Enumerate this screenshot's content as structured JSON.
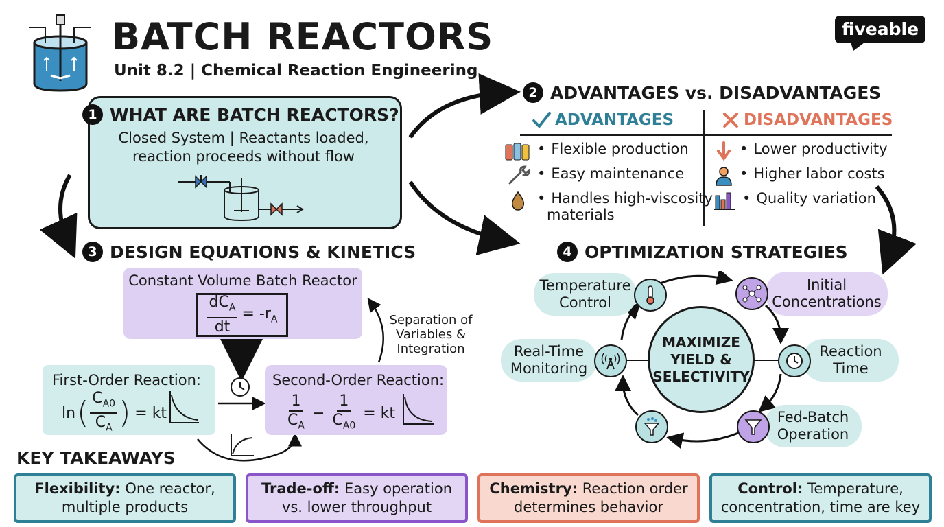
{
  "header": {
    "title": "BATCH REACTORS",
    "subtitle": "Unit 8.2 | Chemical Reaction Engineering",
    "brand": "fiveable"
  },
  "section1": {
    "number": "1",
    "heading": "WHAT ARE BATCH REACTORS?",
    "line1": "Closed System | Reactants loaded,",
    "line2": "reaction proceeds without flow"
  },
  "section2": {
    "number": "2",
    "heading": "ADVANTAGES vs. DISADVANTAGES",
    "advantages_label": "ADVANTAGES",
    "disadvantages_label": "DISADVANTAGES",
    "advantages": [
      "Flexible production",
      "Easy maintenance",
      "Handles high-viscosity",
      "materials"
    ],
    "disadvantages": [
      "Lower productivity",
      "Higher labor costs",
      "Quality variation"
    ],
    "bullet": "•"
  },
  "section3": {
    "number": "3",
    "heading": "DESIGN EQUATIONS & KINETICS",
    "cv_title": "Constant Volume Batch Reactor",
    "cv_num": "dC",
    "cv_num_sub": "A",
    "cv_den": "dt",
    "cv_rhs": "= -r",
    "cv_rhs_sub": "A",
    "first_title": "First-Order Reaction:",
    "first_ln": "ln",
    "first_num": "C",
    "first_num_sub": "A0",
    "first_den": "C",
    "first_den_sub": "A",
    "first_rhs": "= kt",
    "second_title": "Second-Order Reaction:",
    "second_one": "1",
    "second_c": "C",
    "second_sub_a": "A",
    "second_sub_a0": "A0",
    "second_minus": "−",
    "second_rhs": "= kt",
    "separation_line1": "Separation of",
    "separation_line2": "Variables &",
    "separation_line3": "Integration"
  },
  "section4": {
    "number": "4",
    "heading": "OPTIMIZATION STRATEGIES",
    "center_line1": "MAXIMIZE",
    "center_line2": "YIELD &",
    "center_line3": "SELECTIVITY",
    "temperature_line1": "Temperature",
    "temperature_line2": "Control",
    "initial_line1": "Initial",
    "initial_line2": "Concentrations",
    "reaction_line1": "Reaction",
    "reaction_line2": "Time",
    "fedbatch_line1": "Fed-Batch",
    "fedbatch_line2": "Operation",
    "monitoring_line1": "Real-Time",
    "monitoring_line2": "Monitoring"
  },
  "takeaways": {
    "heading": "KEY TAKEAWAYS",
    "items": [
      {
        "bold": "Flexibility:",
        "rest": "One reactor,",
        "line2": "multiple products",
        "color": "#2f7f96",
        "bg": "#d3ecec"
      },
      {
        "bold": "Trade-off:",
        "rest": "Easy operation",
        "line2": "vs. lower throughput",
        "color": "#8a55c8",
        "bg": "#e3d6f5"
      },
      {
        "bold": "Chemistry:",
        "rest": "Reaction order",
        "line2": "determines behavior",
        "color": "#e0745a",
        "bg": "#f9d9cf"
      },
      {
        "bold": "Control:",
        "rest": "Temperature,",
        "line2": "concentration, time are key",
        "color": "#2f7f96",
        "bg": "#d3ecec"
      }
    ]
  },
  "colors": {
    "advantages": "#2f7f96",
    "disadvantages": "#e0745a",
    "teal": "#cdeaea",
    "purple": "#ddd0f2"
  }
}
